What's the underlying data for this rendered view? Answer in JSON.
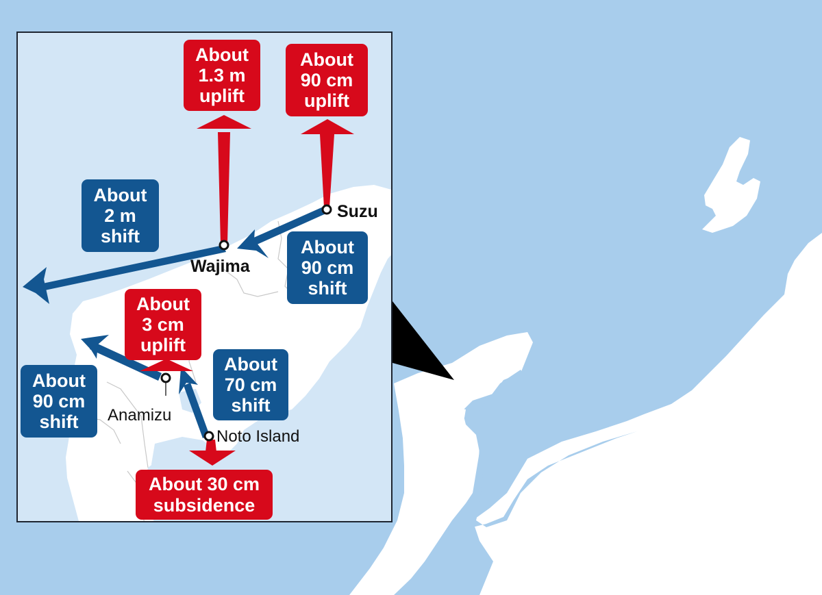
{
  "colors": {
    "sea": "#a8cdec",
    "inset_sea": "#d3e6f6",
    "land": "#ffffff",
    "uplift_red": "#d7091b",
    "shift_blue": "#135691",
    "pointer": "#000000"
  },
  "places": {
    "suzu": "Suzu",
    "wajima": "Wajima",
    "anamizu": "Anamizu",
    "noto_island": "Noto Island"
  },
  "uplift_labels": {
    "wajima": [
      "About",
      "1.3 m",
      "uplift"
    ],
    "suzu": [
      "About",
      "90 cm",
      "uplift"
    ],
    "anamizu": [
      "About",
      "3 cm",
      "uplift"
    ]
  },
  "subsidence_labels": {
    "noto_island": [
      "About 30 cm",
      "subsidence"
    ]
  },
  "shift_labels": {
    "wajima": [
      "About",
      "2 m",
      "shift"
    ],
    "suzu": [
      "About",
      "90 cm",
      "shift"
    ],
    "anamizu": [
      "About",
      "90 cm",
      "shift"
    ],
    "noto_island": [
      "About",
      "70 cm",
      "shift"
    ]
  }
}
